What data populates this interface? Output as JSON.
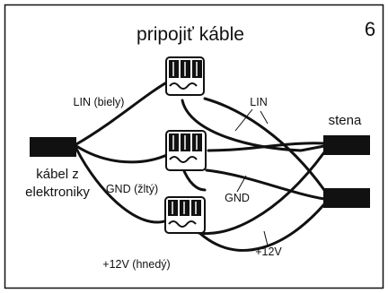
{
  "step_number": "6",
  "title": "pripojiť káble",
  "labels": {
    "lin_biely": "LIN (biely)",
    "lin": "LIN",
    "stena": "stena",
    "kabel_line1": "kábel z",
    "kabel_line2": "elektroniky",
    "gnd_zlty": "GND (žltý)",
    "gnd": "GND",
    "plus12v_hnedy": "+12V (hnedý)",
    "plus12v": "+12V"
  }
}
